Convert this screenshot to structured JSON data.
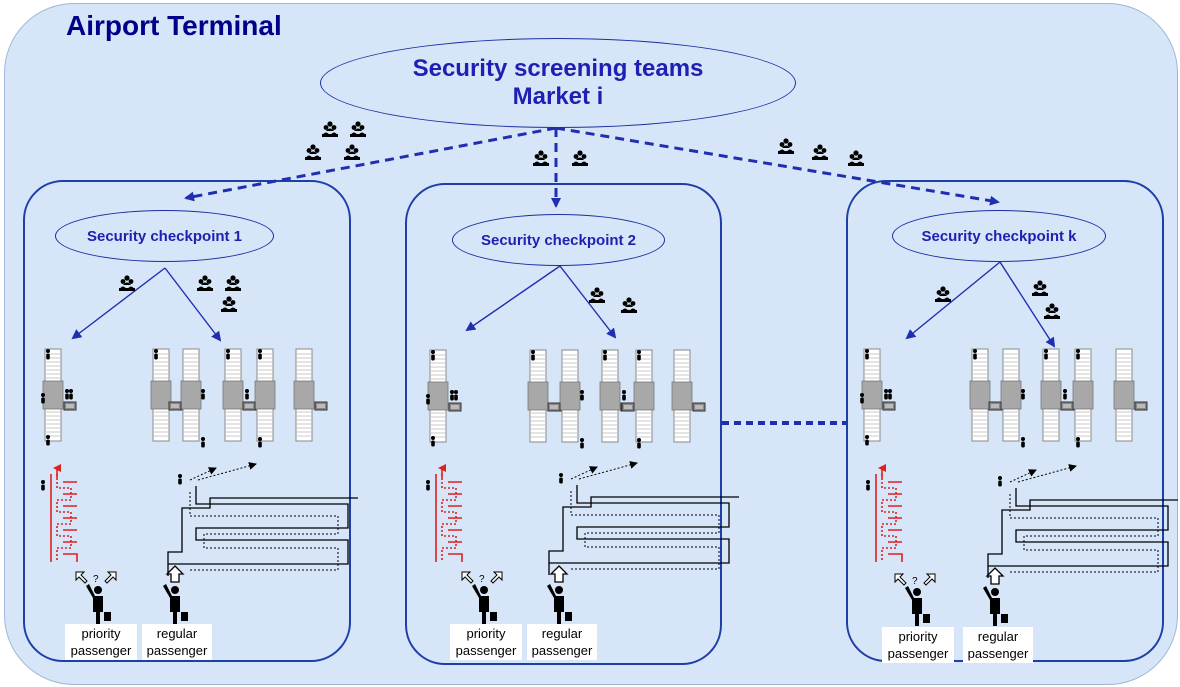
{
  "terminal": {
    "title": "Airport Terminal"
  },
  "teams": {
    "line1": "Security screening teams",
    "line2": "Market i"
  },
  "checkpoints": [
    {
      "label": "Security checkpoint 1",
      "priority_label": [
        "priority",
        "passenger"
      ],
      "regular_label": [
        "regular",
        "passenger"
      ]
    },
    {
      "label": "Security checkpoint 2",
      "priority_label": [
        "priority",
        "passenger"
      ],
      "regular_label": [
        "regular",
        "passenger"
      ]
    },
    {
      "label": "Security checkpoint k",
      "priority_label": [
        "priority",
        "passenger"
      ],
      "regular_label": [
        "regular",
        "passenger"
      ]
    }
  ],
  "colors": {
    "background": "#d6e6f8",
    "accent": "#1f3fa8",
    "title": "#00008b",
    "priority_queue": "#e02020"
  },
  "icons": [
    "team-icon",
    "person-icon",
    "traveler-icon",
    "up-arrow-icon",
    "screening-lane-icon"
  ]
}
